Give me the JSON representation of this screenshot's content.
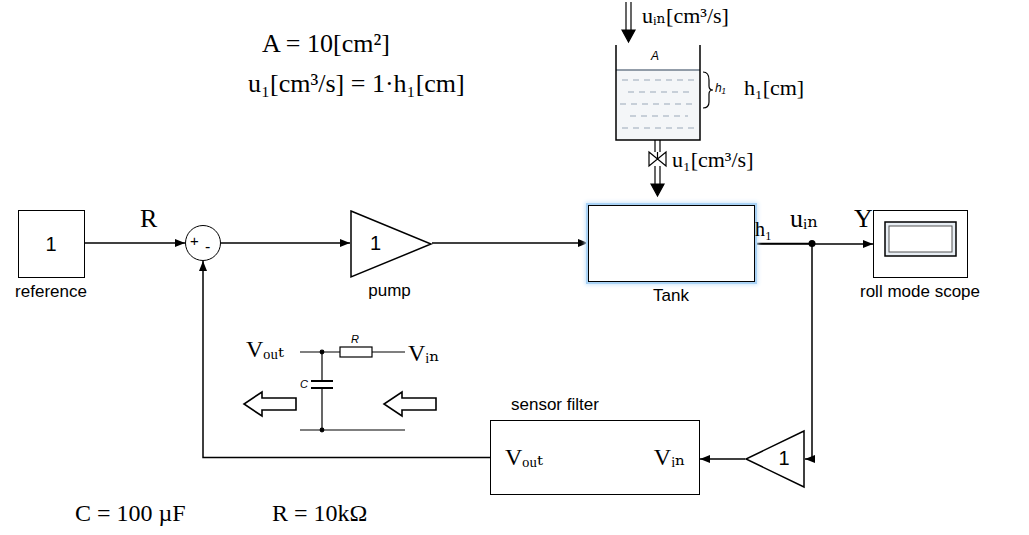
{
  "diagram": {
    "nodes": [
      {
        "text": [
          "1",
          "reference"
        ]
      },
      {
        "text": [
          "+",
          "-"
        ]
      },
      {
        "text": [
          "1",
          "pump"
        ]
      },
      {
        "text": [
          "Tank"
        ]
      },
      {
        "text": [
          "roll mode scope"
        ]
      },
      {
        "text": [
          "Vₒᵤₜ",
          "Vᵢₙ",
          "sensor filter"
        ]
      },
      {
        "text": [
          "1"
        ]
      }
    ],
    "edges": [
      {
        "from": 0,
        "to": 1,
        "arrow": "to",
        "label": "R"
      },
      {
        "from": 1,
        "to": 2,
        "arrow": "to"
      },
      {
        "from": 2,
        "to": 3,
        "arrow": "to",
        "label": "uᵢₙ"
      },
      {
        "from": 3,
        "to": 4,
        "arrow": "to",
        "label": "h₁"
      },
      {
        "from": 3,
        "to": 6,
        "arrow": "to"
      },
      {
        "from": 6,
        "to": 5,
        "arrow": "to"
      },
      {
        "from": 5,
        "to": 1,
        "arrow": "to"
      }
    ],
    "labels": [
      "A = 10[cm²]",
      "u₁[cm³/s] = 1·h₁[cm]",
      "uᵢₙ[cm³/s]",
      "A",
      "h₁",
      "h₁[cm]",
      "u₁[cm³/s]",
      "Y",
      "Vₒᵤₜ",
      "R",
      "Vᵢₙ",
      "C",
      "C = 100 µF",
      "R = 10kΩ"
    ]
  }
}
